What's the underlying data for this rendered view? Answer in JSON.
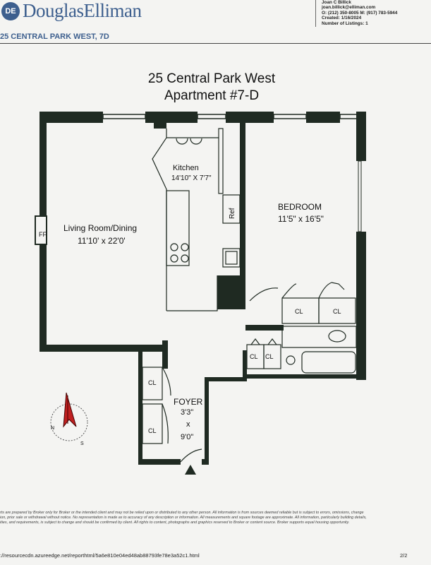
{
  "header": {
    "logo_mark": "DE",
    "brand": "DouglasElliman",
    "address": "25 CENTRAL PARK WEST, 7D",
    "agent_name": "Joan C Billick",
    "agent_email": "joan.billick@elliman.com",
    "agent_phones": "O: (212) 350-8005 M: (917) 783-5944",
    "created": "Created: 1/16/2024",
    "listings": "Number of Listings: 1"
  },
  "plan": {
    "title_line1": "25 Central Park West",
    "title_line2": "Apartment #7-D",
    "rooms": {
      "living_name": "Living Room/Dining",
      "living_dims": "11'10' x 22'0'",
      "kitchen_name": "Kitchen",
      "kitchen_dims": "14'10\" X 7'7\"",
      "bedroom_name": "BEDROOM",
      "bedroom_dims": "11'5\" x 16'5\"",
      "foyer_name": "FOYER",
      "foyer_dims_1": "3'3\"",
      "foyer_dims_2": "x",
      "foyer_dims_3": "9'0\"",
      "fireplace": "FF",
      "fridge": "Ref",
      "closet": "CL"
    },
    "compass": {
      "n": "N",
      "s": "S"
    }
  },
  "footer": {
    "disclaimer_1": "rts are prepared by Broker only for Broker or the intended client and may not be relied upon or distributed to any other person. All information is from sources deemed reliable but is subject to errors, omissions, change",
    "disclaimer_2": "ion, prior sale or withdrawal without notice. No representation is made as to accuracy of any description or information. All measurements and square footage are approximate. All information, particularly building details,",
    "disclaimer_3": "ities, and requirements, is subject to change and should be confirmed by client. All rights to content, photographs and graphics reserved to Broker or content source. Broker supports equal housing opportunity.",
    "url": "://resourcecdn.azureedge.net/reporthtml/5a6e810e04ed48ab88793fe78e3a52c1.html",
    "pages": "2/2"
  }
}
